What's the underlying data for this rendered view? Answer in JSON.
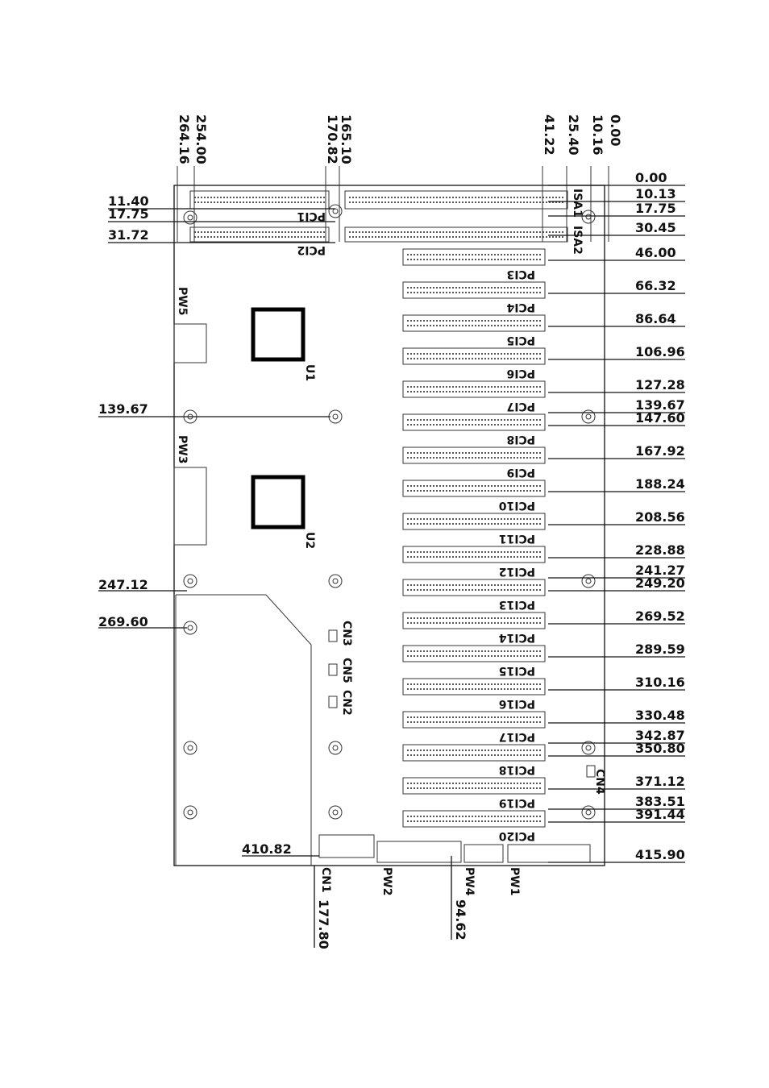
{
  "top_dims": [
    "264.16",
    "254.00",
    "170.82",
    "165.10",
    "41.22",
    "25.40",
    "10.16",
    "0.00"
  ],
  "left_dims": [
    "11.40",
    "17.75",
    "31.72",
    "139.67",
    "247.12",
    "269.60",
    "410.82"
  ],
  "right_dims": [
    "0.00",
    "10.13",
    "17.75",
    "30.45",
    "46.00",
    "66.32",
    "86.64",
    "106.96",
    "127.28",
    "139.67",
    "147.60",
    "167.92",
    "188.24",
    "208.56",
    "228.88",
    "241.27",
    "249.20",
    "269.52",
    "289.59",
    "310.16",
    "330.48",
    "342.87",
    "350.80",
    "371.12",
    "383.51",
    "391.44",
    "415.90"
  ],
  "bottom_dims": [
    "177.80",
    "94.62"
  ],
  "slot_labels": [
    "PCI1",
    "PCI2",
    "ISA1",
    "ISA2",
    "PCI3",
    "PCI4",
    "PCI5",
    "PCI6",
    "PCI7",
    "PCI8",
    "PCI9",
    "PCI10",
    "PCI11",
    "PCI12",
    "PCI13",
    "PCI14",
    "PCI15",
    "PCI16",
    "PCI17",
    "PCI18",
    "PCI19",
    "PCI20"
  ],
  "component_labels": [
    "PW5",
    "PW3",
    "U1",
    "U2",
    "CN3",
    "CN5",
    "CN2",
    "CN4",
    "CN1",
    "PW2",
    "PW4",
    "PW1"
  ]
}
